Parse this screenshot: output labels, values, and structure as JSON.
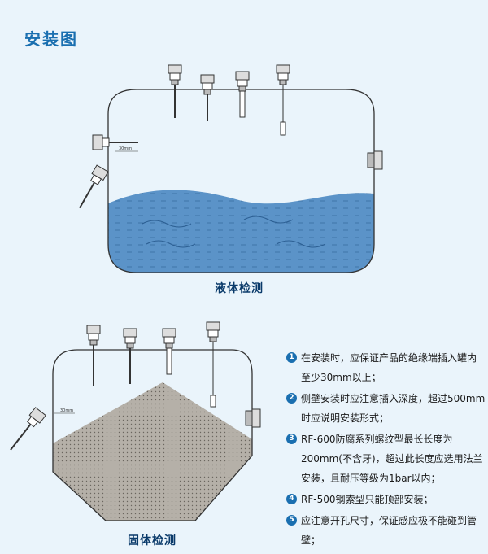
{
  "title": "安装图",
  "captions": {
    "liquid": "液体检测",
    "solid": "固体检测"
  },
  "dimension_label": "30mm",
  "notes": [
    {
      "num": "1",
      "text": "在安装时，应保证产品的绝缘端插入罐内至少30mm以上；"
    },
    {
      "num": "2",
      "text": "侧壁安装时应注意插入深度，超过500mm时应说明安装形式；"
    },
    {
      "num": "3",
      "text": "RF-600防腐系列螺纹型最长长度为200mm(不含牙)，超过此长度应选用法兰安装，且耐压等级为1bar以内；"
    },
    {
      "num": "4",
      "text": "RF-500钢索型只能顶部安装；"
    },
    {
      "num": "5",
      "text": "应注意开孔尺寸，保证感应极不能碰到管壁；"
    }
  ],
  "colors": {
    "title": "#1a6fb0",
    "liquid": "#5b93c8",
    "solid": "#b5b0a8",
    "line": "#333333"
  }
}
